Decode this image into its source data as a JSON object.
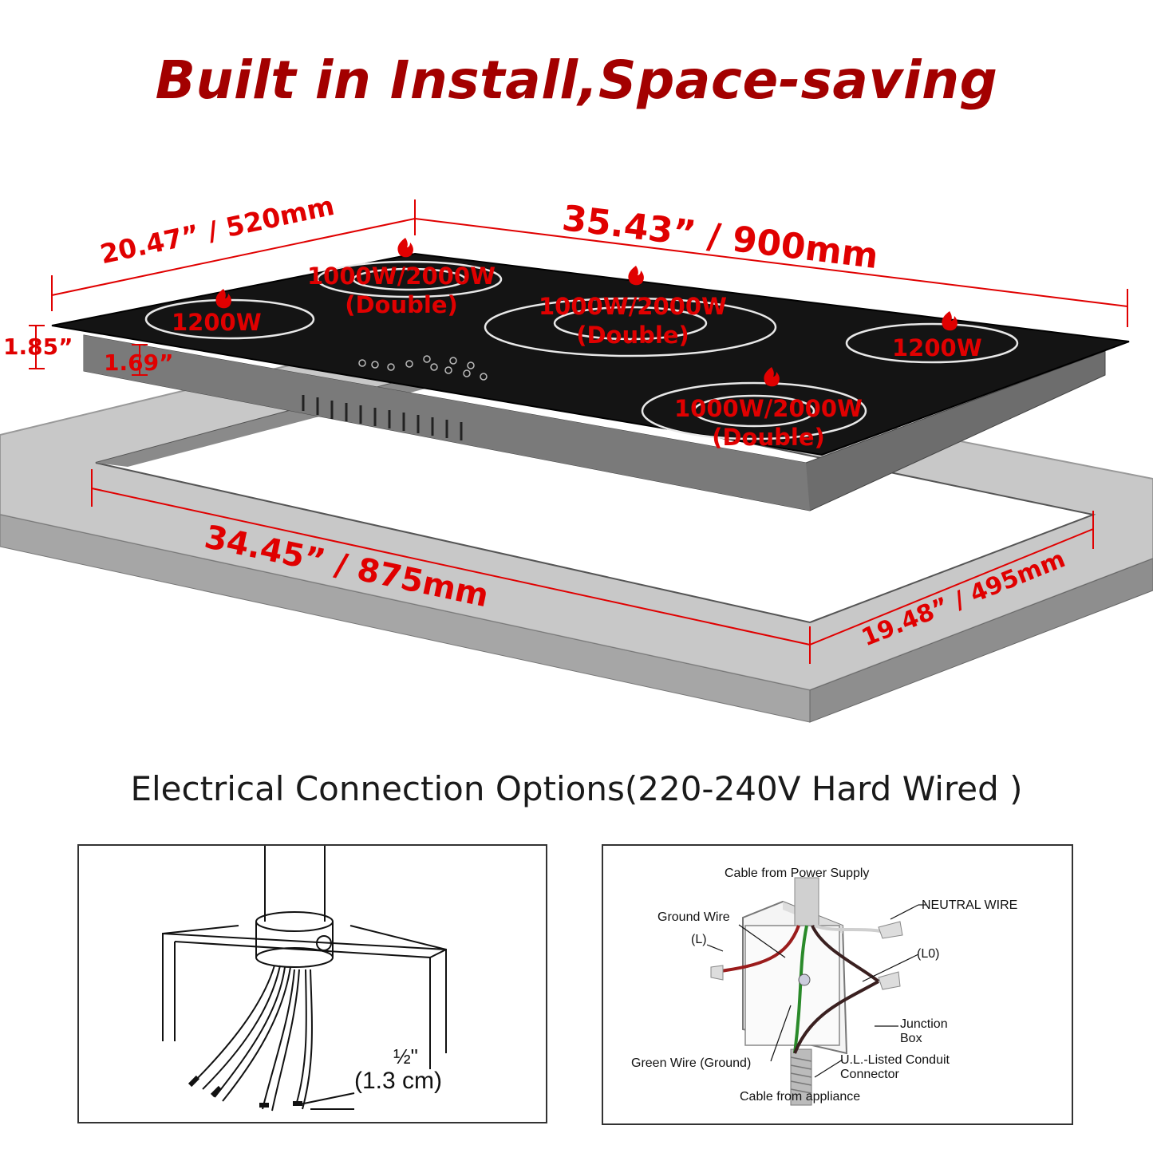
{
  "title": "Built in Install,Space-saving",
  "dimensions": {
    "depth_top": "20.47” / 520mm",
    "width_top": "35.43” / 900mm",
    "height_outer": "1.85”",
    "height_inner": "1.69”",
    "cutout_width": "34.45” / 875mm",
    "cutout_depth": "19.48” / 495mm"
  },
  "burners": [
    {
      "power": "1200W"
    },
    {
      "power": "1000W/2000W",
      "mode": "(Double)"
    },
    {
      "power": "1000W/2000W",
      "mode": "(Double)"
    },
    {
      "power": "1200W"
    },
    {
      "power": "1000W/2000W",
      "mode": "(Double)"
    }
  ],
  "subtitle": "Electrical Connection Options(220-240V Hard Wired )",
  "conduit_panel": {
    "fraction": "½\"",
    "size": "(1.3 cm)"
  },
  "junction_panel": {
    "cable_supply": "Cable from Power Supply",
    "neutral_wire": "NEUTRAL WIRE",
    "ground_wire": "Ground Wire",
    "l_label": "(L)",
    "l0_label": "(L0)",
    "junction_box": "Junction Box",
    "green_wire": "Green Wire (Ground)",
    "conduit_connector": "U.L.-Listed Conduit Connector",
    "cable_appliance": "Cable from appliance"
  },
  "colors": {
    "title": "#a30000",
    "dimension": "#e00000",
    "glass": "#141414",
    "counter": "#c8c8c8"
  }
}
